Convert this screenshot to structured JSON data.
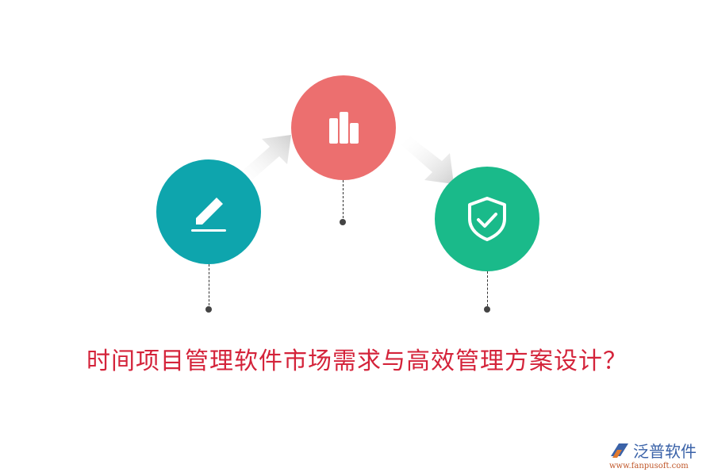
{
  "diagram": {
    "title": "时间项目管理软件市场需求与高效管理方案设计？",
    "title_color": "#d4233a",
    "steps": [
      {
        "id": "step-1",
        "icon": "edit-pencil-icon",
        "color": "#0ea5ad"
      },
      {
        "id": "step-2",
        "icon": "bar-chart-icon",
        "color": "#ec6f6f"
      },
      {
        "id": "step-3",
        "icon": "shield-check-icon",
        "color": "#1aba8a"
      }
    ],
    "arrows": [
      {
        "from": "step-1",
        "to": "step-2",
        "direction": "up-right"
      },
      {
        "from": "step-2",
        "to": "step-3",
        "direction": "down-right"
      }
    ]
  },
  "logo": {
    "name": "泛普软件",
    "url": "www.fanpusoft.com"
  }
}
